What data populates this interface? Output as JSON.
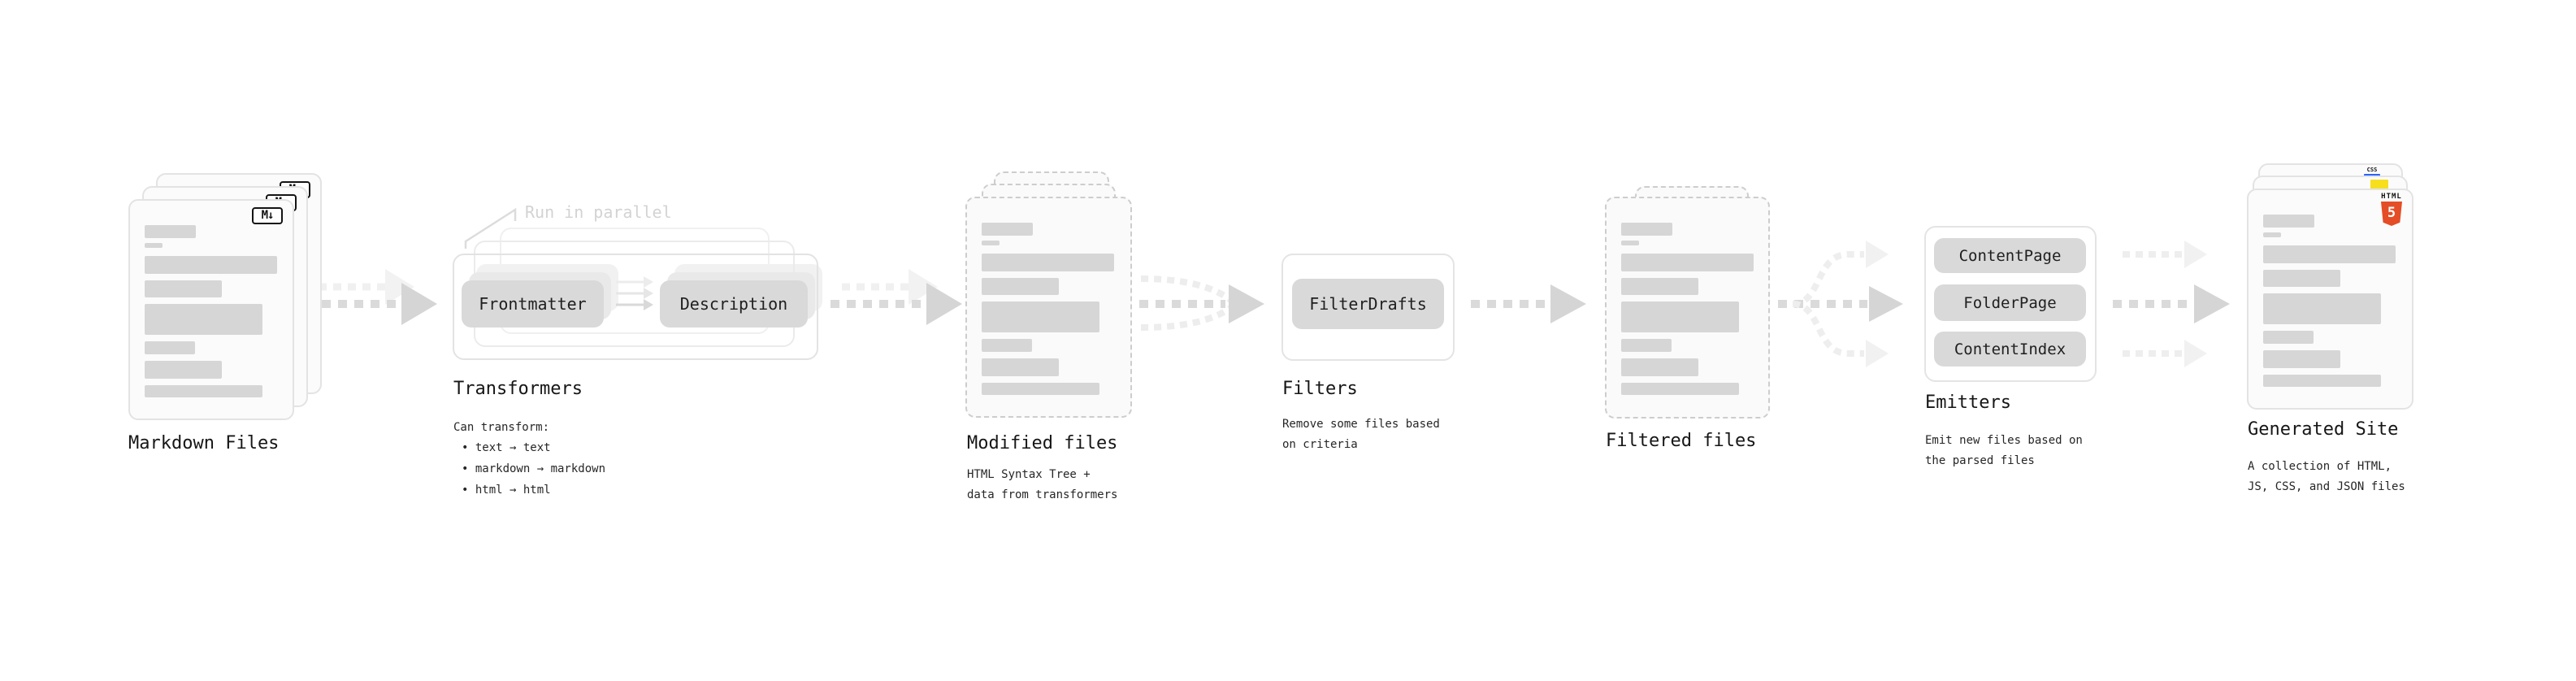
{
  "markdown": {
    "title": "Markdown Files"
  },
  "transformers": {
    "title": "Transformers",
    "run_label": "Run in parallel",
    "source_box": "Frontmatter",
    "result_box": "Description",
    "subtitle": "Can transform:",
    "bullets": [
      "• text → text",
      "• markdown → markdown",
      "• html → html"
    ]
  },
  "modified": {
    "title": "Modified files",
    "line1": "HTML Syntax Tree +",
    "line2": "data from transformers"
  },
  "filters": {
    "title": "Filters",
    "box": "FilterDrafts",
    "line1": "Remove some files based",
    "line2": "on criteria"
  },
  "filtered": {
    "title": "Filtered files"
  },
  "emitters": {
    "title": "Emitters",
    "boxes": [
      "ContentPage",
      "FolderPage",
      "ContentIndex"
    ],
    "line1": "Emit new files based on",
    "line2": "the parsed files"
  },
  "generated": {
    "title": "Generated Site",
    "line1": "A collection of HTML,",
    "line2": "JS, CSS, and JSON files"
  },
  "badges": {
    "markdown": "M↓",
    "html_label": "HTML",
    "html_number": "5",
    "css_label": "CSS"
  },
  "colors": {
    "html5": "#e44d26",
    "js": "#f7df1e",
    "css": "#2962ff",
    "arrow_dark": "#d5d5d5",
    "arrow_light": "#f1f1f1",
    "bar": "#d6d6d6"
  }
}
